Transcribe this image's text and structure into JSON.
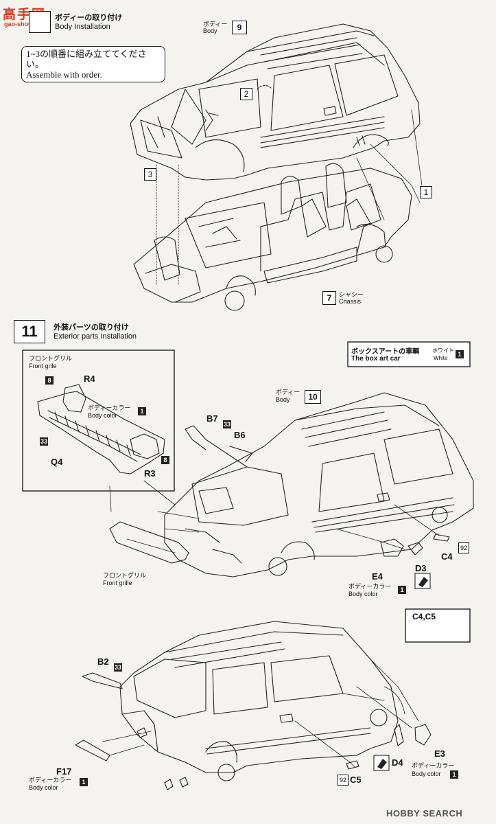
{
  "watermark": {
    "name": "高手网",
    "url": "gao-shou.com"
  },
  "step10": {
    "title_jp": "ボディーの取り付け",
    "title_en": "Body Installation",
    "note_jp": "1~3の順番に組み立ててください。",
    "note_en": "Assemble with order.",
    "body_jp": "ボディー",
    "body_en": "Body",
    "body_num": "9",
    "step_1": "1",
    "step_2": "2",
    "step_3": "3",
    "chassis_num": "7",
    "chassis_jp": "シャシー",
    "chassis_en": "Chassis"
  },
  "step11": {
    "number": "11",
    "title_jp": "外装パーツの取り付け",
    "title_en": "Exterior parts Installation",
    "inset": {
      "title_jp": "フロントグリル",
      "title_en": "Front grile",
      "r4": "R4",
      "r3": "R3",
      "q4": "Q4",
      "num8": "8",
      "num33": "33",
      "num8b": "8",
      "color_jp": "ボディーカラー",
      "color_en": "Body color",
      "color_num": "1"
    },
    "boxart": {
      "title_jp": "ボックスアートの車輌",
      "title_en": "The box art car",
      "white_jp": "ホワイト",
      "white_en": "White",
      "num": "1"
    },
    "body_jp": "ボディー",
    "body_en": "Body",
    "body_num": "10",
    "b7": "B7",
    "b6": "B6",
    "num33": "33",
    "front_grille_jp": "フロントグリル",
    "front_grille_en": "Front grille",
    "e4": "E4",
    "d3": "D3",
    "c4": "C4",
    "num92": "92",
    "e4_color_jp": "ボディーカラー",
    "e4_color_en": "Body color",
    "e4_color_num": "1",
    "c45_label": "C4,C5",
    "b2": "B2",
    "b2_num": "33",
    "f17": "F17",
    "f17_color_jp": "ボディーカラー",
    "f17_color_en": "Body color",
    "f17_color_num": "1",
    "c5": "C5",
    "c5_num": "92",
    "d4": "D4",
    "e3": "E3",
    "e3_color_jp": "ボディーカラー",
    "e3_color_en": "Body color",
    "e3_color_num": "1"
  },
  "footer": {
    "brand": "HOBBY SEARCH"
  }
}
